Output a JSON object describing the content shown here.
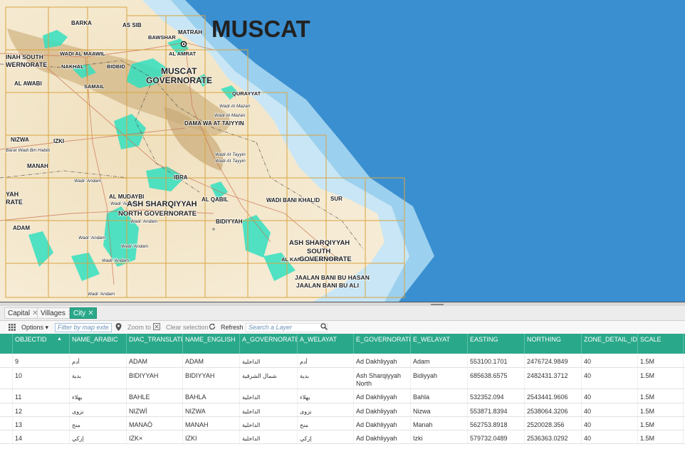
{
  "map": {
    "title": "MUSCAT",
    "colors": {
      "sea": "#3a8fd0",
      "land": "#f1e2c1",
      "grid": "#d9a441",
      "vegetation": "#33e0c0"
    },
    "places": [
      {
        "label": "BARKA"
      },
      {
        "label": "AS SIB"
      },
      {
        "label": "BAWSHAR"
      },
      {
        "label": "MATRAH"
      },
      {
        "label": "AL AMRAT"
      },
      {
        "label": "INAH SOUTH"
      },
      {
        "label": "WERNORATE"
      },
      {
        "label": "WADI AL MAAWIL"
      },
      {
        "label": "NAKHAL"
      },
      {
        "label": "BIDBID"
      },
      {
        "label": "MUSCAT"
      },
      {
        "label": "GOVERNORATE"
      },
      {
        "label": "AL AWABI"
      },
      {
        "label": "SAMAIL"
      },
      {
        "label": "QURAYYAT"
      },
      {
        "label": "Wadi Al Mazari"
      },
      {
        "label": "Wadi Al Mazari"
      },
      {
        "label": "DAMA WA AT TAIYYIN"
      },
      {
        "label": "NIZWA"
      },
      {
        "label": "IZKI"
      },
      {
        "label": "Barat Wadi Bin Habib"
      },
      {
        "label": "MANAH"
      },
      {
        "label": "Wadi At Tayyin"
      },
      {
        "label": "Wadi At Tayyin"
      },
      {
        "label": "IBRA"
      },
      {
        "label": "Wadi 'Andam"
      },
      {
        "label": "YAH"
      },
      {
        "label": "RATE"
      },
      {
        "label": "AL MUDAYBI"
      },
      {
        "label": "Wadi 'Andam"
      },
      {
        "label": "ASH SHARQIYYAH"
      },
      {
        "label": "NORTH GOVERNORATE"
      },
      {
        "label": "Wadi 'Andam"
      },
      {
        "label": "AL QABIL"
      },
      {
        "label": "WADI BANI KHALID"
      },
      {
        "label": "SUR"
      },
      {
        "label": "BIDIYYAH"
      },
      {
        "label": "ADAM"
      },
      {
        "label": "Wadi 'Andam"
      },
      {
        "label": "Wadi 'Andam"
      },
      {
        "label": "Wadi 'Andam"
      },
      {
        "label": "ASH SHARQIYYAH"
      },
      {
        "label": "SOUTH"
      },
      {
        "label": "AL KAMIL WA AL WAFI"
      },
      {
        "label": "GOVERNORATE"
      },
      {
        "label": "JAALAN BANI BU HASAN"
      },
      {
        "label": "JAALAN BANI BU ALI"
      },
      {
        "label": "Wadi 'Andam"
      }
    ]
  },
  "tabs": [
    {
      "label": "Capital",
      "close": "✕"
    },
    {
      "label": "Villages",
      "close": "✕"
    },
    {
      "label": "City",
      "close": "✕"
    }
  ],
  "toolbar": {
    "options_label": "Options",
    "filter_placeholder": "Filter by map extent",
    "zoom_label": "Zoom to",
    "clear_label": "Clear selection",
    "refresh_label": "Refresh",
    "search_placeholder": "Search a Layer"
  },
  "table": {
    "sort_indicator": "▲",
    "columns": [
      "OBJECTID",
      "NAME_ARABIC",
      "DIAC_TRANSLATE",
      "NAME_ENGLISH",
      "A_GOVERNORATE",
      "A_WELAYAT",
      "E_GOVERNORATE",
      "E_WELAYAT",
      "EASTING",
      "NORTHING",
      "ZONE_DETAIL_ID",
      "SCALE"
    ],
    "rows": [
      [
        "9",
        "أدم",
        "ADAM",
        "ADAM",
        "الداخلية",
        "أدم",
        "Ad Dakhliyyah",
        "Adam",
        "553100.1701",
        "2476724.9849",
        "40",
        "1.5M"
      ],
      [
        "10",
        "بدية",
        "BIDIYYAH",
        "BIDIYYAH",
        "شمال الشرقية",
        "بدية",
        "Ash Sharqiyyah North",
        "Bidiyyah",
        "685638.6575",
        "2482431.3712",
        "40",
        "1.5M"
      ],
      [
        "11",
        "بهلاء",
        "BAHLE",
        "BAHLA",
        "الداخلية",
        "بهلاء",
        "Ad Dakhliyyah",
        "Bahla",
        "532352.094",
        "2543441.9606",
        "40",
        "1.5M"
      ],
      [
        "12",
        "نزوى",
        "NIZWÍ",
        "NIZWA",
        "الداخلية",
        "نزوى",
        "Ad Dakhliyyah",
        "Nizwa",
        "553871.8394",
        "2538064.3206",
        "40",
        "1.5M"
      ],
      [
        "13",
        "منح",
        "MANAÓ",
        "MANAH",
        "الداخلية",
        "منح",
        "Ad Dakhliyyah",
        "Manah",
        "562753.8918",
        "2520028.356",
        "40",
        "1.5M"
      ],
      [
        "14",
        "إزكي",
        "IZK×",
        "IZKI",
        "الداخلية",
        "إزكي",
        "Ad Dakhliyyah",
        "Izki",
        "579732.0489",
        "2536363.0292",
        "40",
        "1.5M"
      ]
    ]
  }
}
